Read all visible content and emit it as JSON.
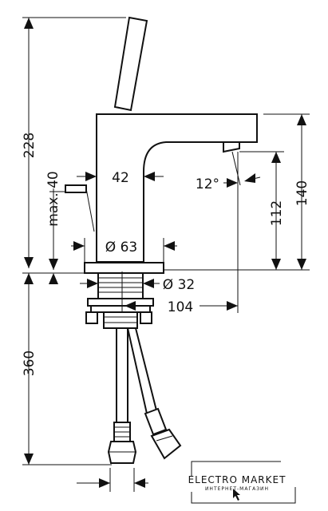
{
  "dimensions": {
    "total_height": "228",
    "max_lever": "max. 40",
    "body_width": "42",
    "spout_angle": "12°",
    "outlet_height": "112",
    "spout_height": "140",
    "base_diameter": "Ø 63",
    "thread_diameter": "Ø 32",
    "projection": "104",
    "hose_length": "360"
  },
  "watermark": {
    "brand": "ELECTRO MARKET",
    "tagline": "ИНТЕРНЕТ-МАГАЗИН",
    "border_color": "#222222"
  },
  "icons": [
    "cursor-arrow-icon"
  ],
  "colors": {
    "line": "#111111",
    "background": "#ffffff"
  }
}
